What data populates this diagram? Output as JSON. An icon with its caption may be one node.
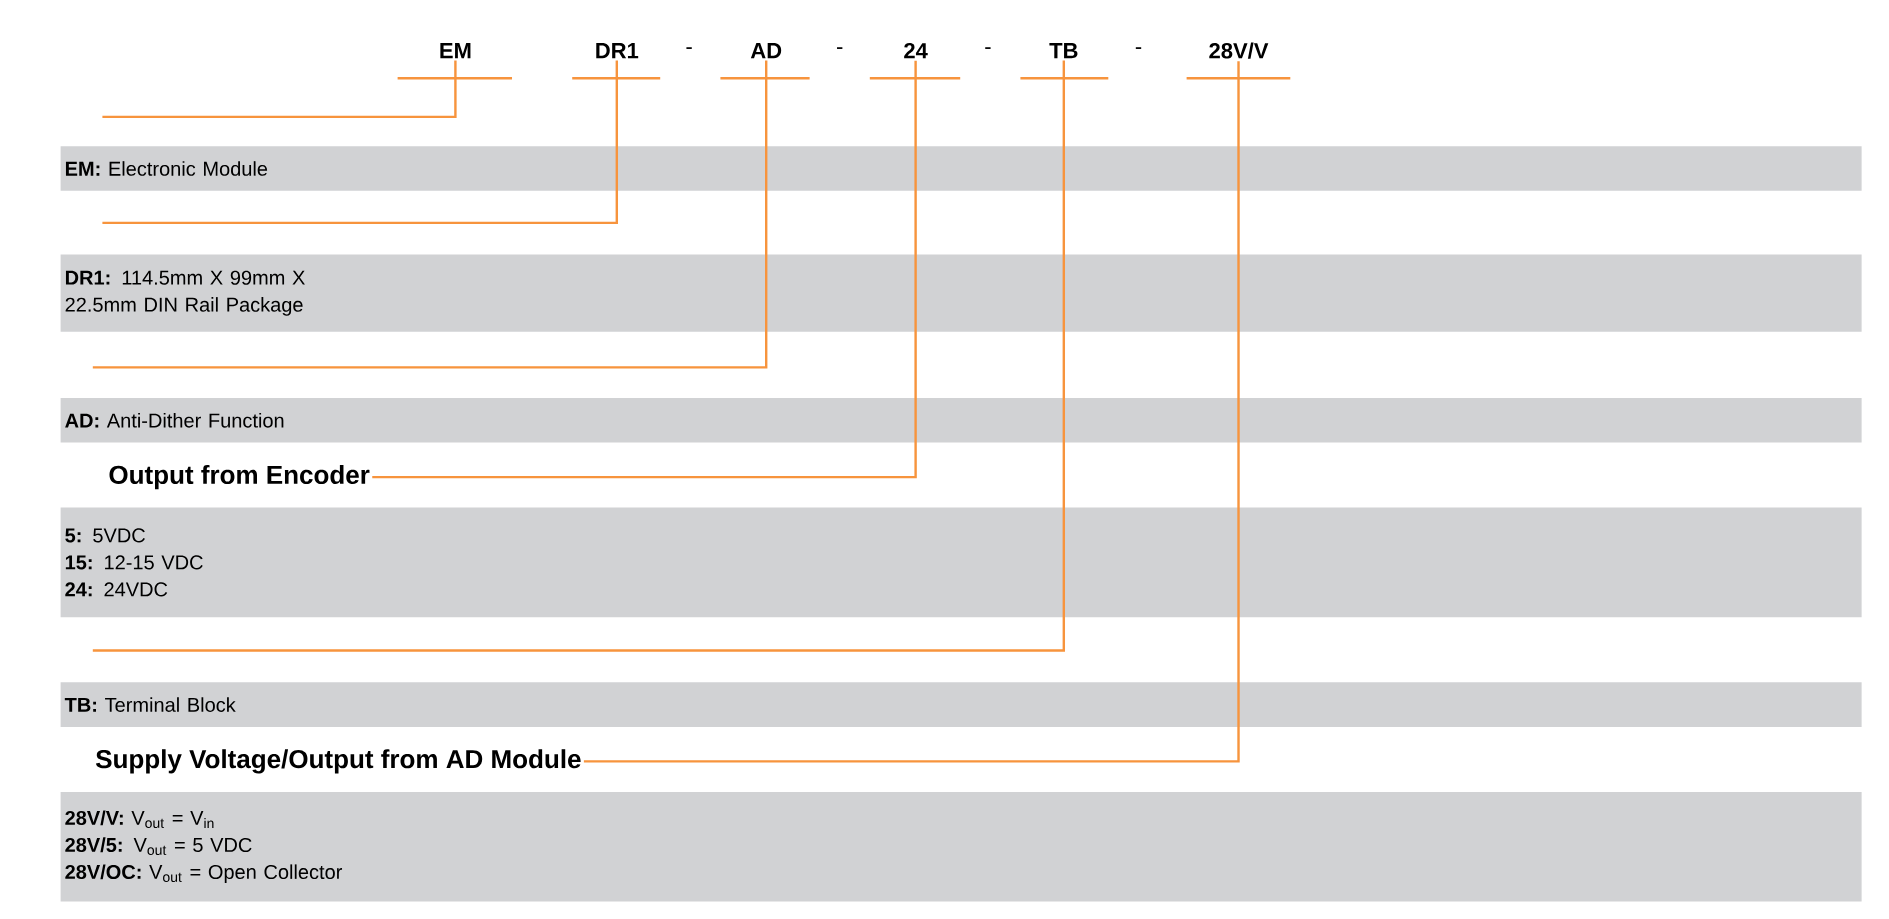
{
  "diagram": {
    "nodes": [
      {
        "text": [
          "EM"
        ]
      },
      {
        "text": [
          "DR1"
        ]
      },
      {
        "text": [
          "AD"
        ]
      },
      {
        "text": [
          "24"
        ]
      },
      {
        "text": [
          "TB"
        ]
      },
      {
        "text": [
          "28V/V"
        ]
      },
      {
        "text": [
          "**EM:** Electronic Module"
        ]
      },
      {
        "text": [
          "**DR1:** 114.5mm X 99mm X 22.5mm DIN Rail Package"
        ]
      },
      {
        "text": [
          "**AD:** Anti-Dither Function"
        ]
      },
      {
        "text": [
          "Output from Encoder"
        ]
      },
      {
        "text": [
          "**5:** 5VDC",
          "**15:** 12-15 VDC",
          "**24:** 24VDC"
        ]
      },
      {
        "text": [
          "**TB:** Terminal Block"
        ]
      },
      {
        "text": [
          "Supply Voltage/Output from AD Module"
        ]
      },
      {
        "text": [
          "**28V/V:** V$_{out}$ = V$_{in}$",
          "**28V/5:** V$_{out}$ = 5 VDC",
          "**28V/OC:** V$_{out}$ = Open Collector"
        ]
      }
    ],
    "edges": [
      {
        "from": 0,
        "to": 6,
        "arrow": "none"
      },
      {
        "from": 1,
        "to": 7,
        "arrow": "none"
      },
      {
        "from": 2,
        "to": 8,
        "arrow": "none"
      },
      {
        "from": 3,
        "to": 9,
        "arrow": "none"
      },
      {
        "from": 4,
        "to": 11,
        "arrow": "none"
      },
      {
        "from": 5,
        "to": 12,
        "arrow": "none"
      }
    ],
    "labels": [
      "-",
      "-",
      "-",
      "-"
    ]
  }
}
